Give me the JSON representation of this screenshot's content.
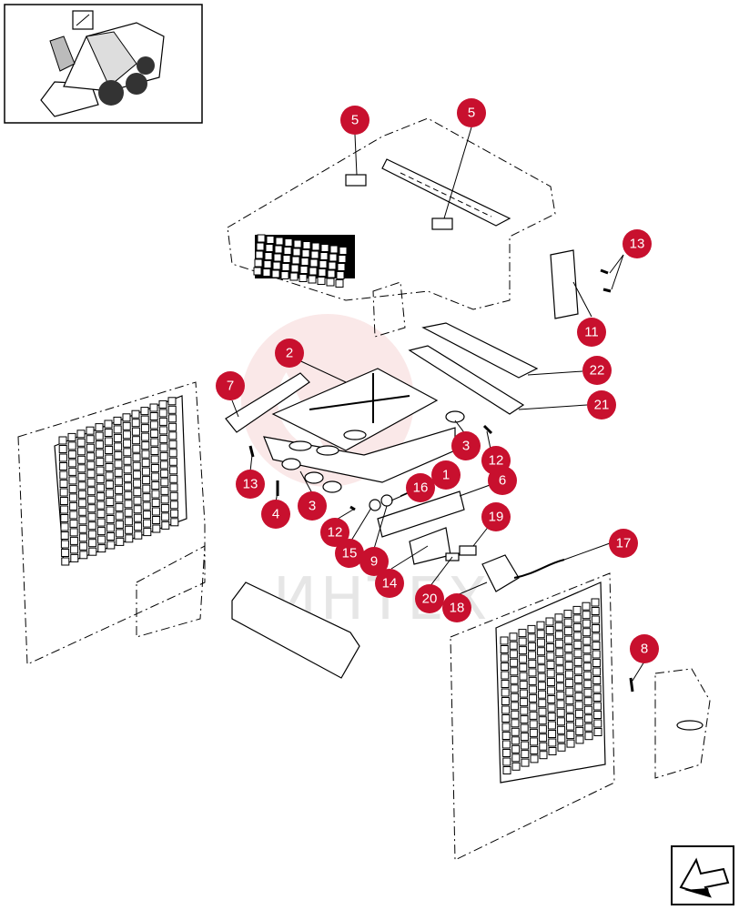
{
  "watermark": {
    "text": "ИНТЕХ",
    "color": "#e6e6e6",
    "logo_color": "#f6d6d6"
  },
  "accent_color": "#c8102e",
  "nav_arrow": {
    "icon": "next-page-arrow-icon"
  },
  "thumbnail": {
    "icon": "skid-steer-loader-icon"
  },
  "callouts": [
    {
      "label": "5"
    },
    {
      "label": "5"
    },
    {
      "label": "13"
    },
    {
      "label": "11"
    },
    {
      "label": "2"
    },
    {
      "label": "7"
    },
    {
      "label": "22"
    },
    {
      "label": "21"
    },
    {
      "label": "3"
    },
    {
      "label": "12"
    },
    {
      "label": "13"
    },
    {
      "label": "1"
    },
    {
      "label": "16"
    },
    {
      "label": "6"
    },
    {
      "label": "4"
    },
    {
      "label": "3"
    },
    {
      "label": "12"
    },
    {
      "label": "15"
    },
    {
      "label": "9"
    },
    {
      "label": "19"
    },
    {
      "label": "17"
    },
    {
      "label": "14"
    },
    {
      "label": "20"
    },
    {
      "label": "18"
    },
    {
      "label": "8"
    }
  ]
}
